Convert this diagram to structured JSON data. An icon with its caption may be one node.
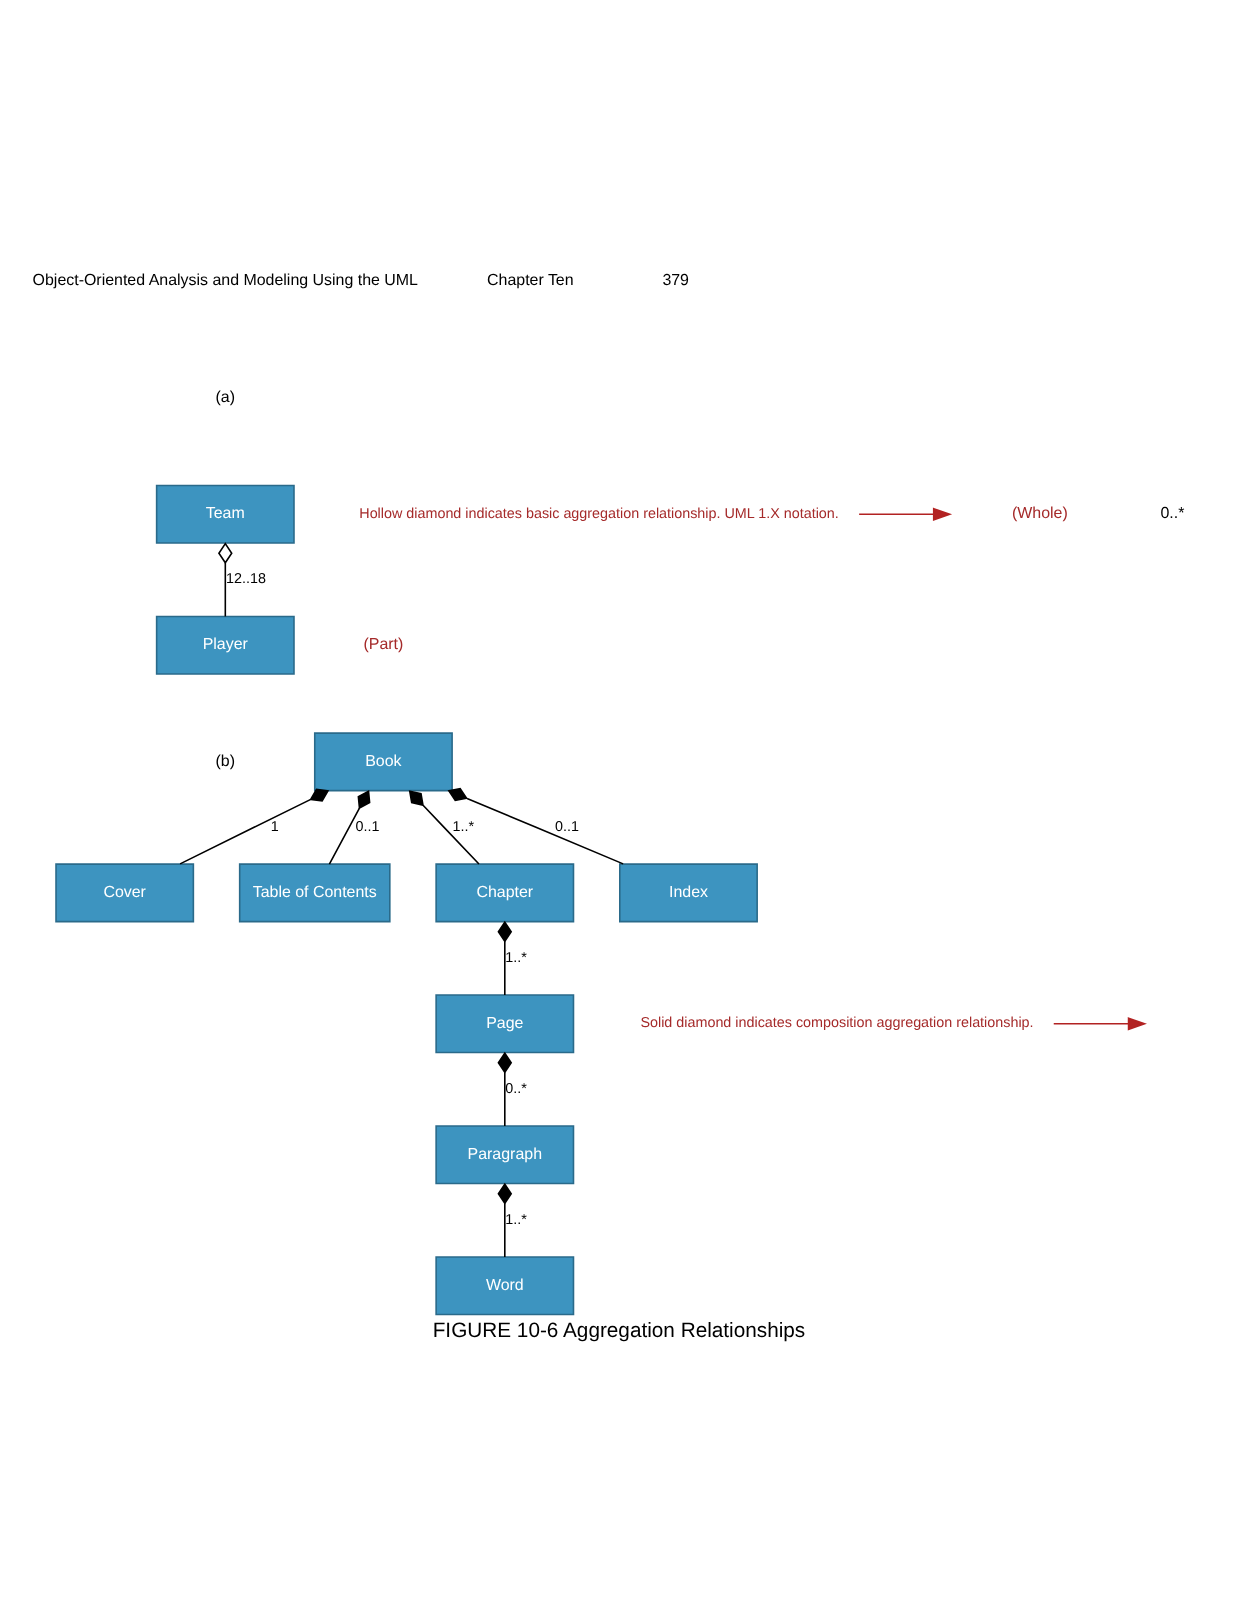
{
  "diagram": {
    "caption": "FIGURE 10-6 Aggregation Relationships",
    "nodes": [
      {
        "text": [
          "Team"
        ]
      },
      {
        "text": [
          "Player"
        ]
      },
      {
        "text": [
          "Hollow diamond indicates basic aggregation relationship. UML 1.X notation."
        ]
      },
      {
        "text": [
          "Book"
        ]
      },
      {
        "text": [
          "Cover"
        ]
      },
      {
        "text": [
          "Table of Contents"
        ]
      },
      {
        "text": [
          "Chapter"
        ]
      },
      {
        "text": [
          "Index"
        ]
      },
      {
        "text": [
          "Page"
        ]
      },
      {
        "text": [
          "Paragraph"
        ]
      },
      {
        "text": [
          "Word"
        ]
      },
      {
        "text": [
          "Solid diamond indicates composition aggregation relationship."
        ]
      }
    ],
    "edges": [
      {
        "from": 0,
        "to": 1,
        "arrow": "other",
        "label": "12..18"
      },
      {
        "from": 2,
        "to": null,
        "arrow": "to",
        "color": "#b22222"
      },
      {
        "from": 3,
        "to": 4,
        "arrow": "other",
        "label": "1"
      },
      {
        "from": 3,
        "to": 5,
        "arrow": "other",
        "label": "0..1"
      },
      {
        "from": 3,
        "to": 6,
        "arrow": "other",
        "label": "1..*"
      },
      {
        "from": 3,
        "to": 7,
        "arrow": "other",
        "label": "0..1"
      },
      {
        "from": 6,
        "to": 8,
        "arrow": "other",
        "label": "1..*"
      },
      {
        "from": 8,
        "to": 9,
        "arrow": "other",
        "label": "0..*"
      },
      {
        "from": 9,
        "to": 10,
        "arrow": "other",
        "label": "1..*"
      },
      {
        "from": 11,
        "to": null,
        "arrow": "to",
        "color": "#b22222"
      }
    ],
    "labels": [
      "Object-Oriented Analysis and Modeling Using the UML",
      "Chapter Ten",
      "379",
      "(a)",
      "(Whole)",
      "0..*",
      "(Part)",
      "(b)"
    ]
  }
}
